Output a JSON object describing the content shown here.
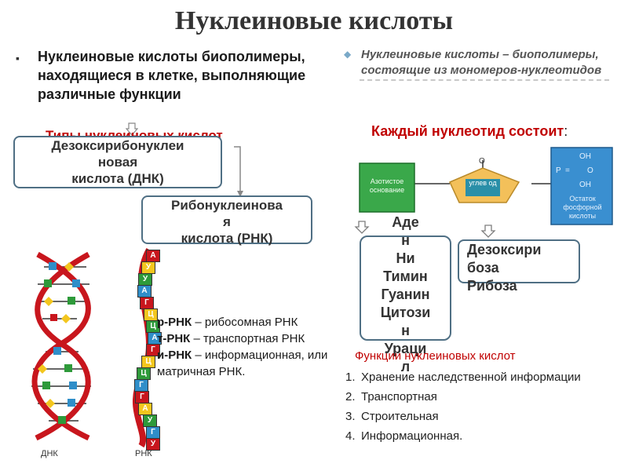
{
  "slide": {
    "title": "Нуклеиновые кислоты",
    "left_text": "Нуклеиновые кислоты биополимеры, находящиеся в клетке, выполняющие различные функции",
    "right_text": "Нуклеиновые кислоты – биополимеры, состоящие из мономеров-нуклеотидов",
    "types_heading": "Типы нуклеиновых кислот",
    "dna_box": [
      "Дезоксирибонуклеи",
      "новая",
      "кислота (ДНК)"
    ],
    "rna_box": [
      "Рибонуклеинова",
      "я",
      "кислота (РНК)"
    ],
    "rna_types": [
      {
        "abbr": "р-РНК",
        "rest": " – рибосомная РНК"
      },
      {
        "abbr": "т-РНК",
        "rest": " – транспортная РНК"
      },
      {
        "abbr": "и-РНК",
        "rest": " – информационная, или матричная РНК."
      }
    ],
    "dna_label": "ДНК",
    "rna_label": "РНК",
    "nucleotide_heading_red": "Каждый нуклеотид состоит",
    "nucleotide_heading_colon": ":",
    "diagram": {
      "base_label": "Азотистое основание",
      "sugar_label": "углев од",
      "phosphate_label": "Остаток фосфорной кислоты",
      "phosphate_formula": [
        "OH",
        "P",
        "O",
        "OH"
      ],
      "top_symbol": "O"
    },
    "bases_box": [
      "Аде",
      "н",
      "Ни",
      "Тимин",
      "Гуанин",
      "Цитози",
      "н",
      "Ураци",
      "л"
    ],
    "sugar_box": [
      "Дезоксири",
      "боза",
      "Рибоза"
    ],
    "functions_heading": "Функции нуклеиновых кислот",
    "functions": [
      {
        "n": "1.",
        "text": "Хранение наследственной информации"
      },
      {
        "n": "2.",
        "text": "Транспортная"
      },
      {
        "n": "3.",
        "text": "Строительная"
      },
      {
        "n": "4.",
        "text": "Информационная."
      }
    ],
    "rna_strand_letters": [
      "А",
      "У",
      "У",
      "А",
      "Г",
      "Ц",
      "Ц",
      "А",
      "Г",
      "Ц",
      "Ц",
      "Г",
      "Г",
      "А",
      "У",
      "Г",
      "У"
    ],
    "colors": {
      "red": "#c00000",
      "box_border": "#4f6f84",
      "base_green": "#2e9a3a",
      "sugar_yellow": "#f3c05a",
      "phosphate_blue": "#2f8ec9"
    }
  }
}
